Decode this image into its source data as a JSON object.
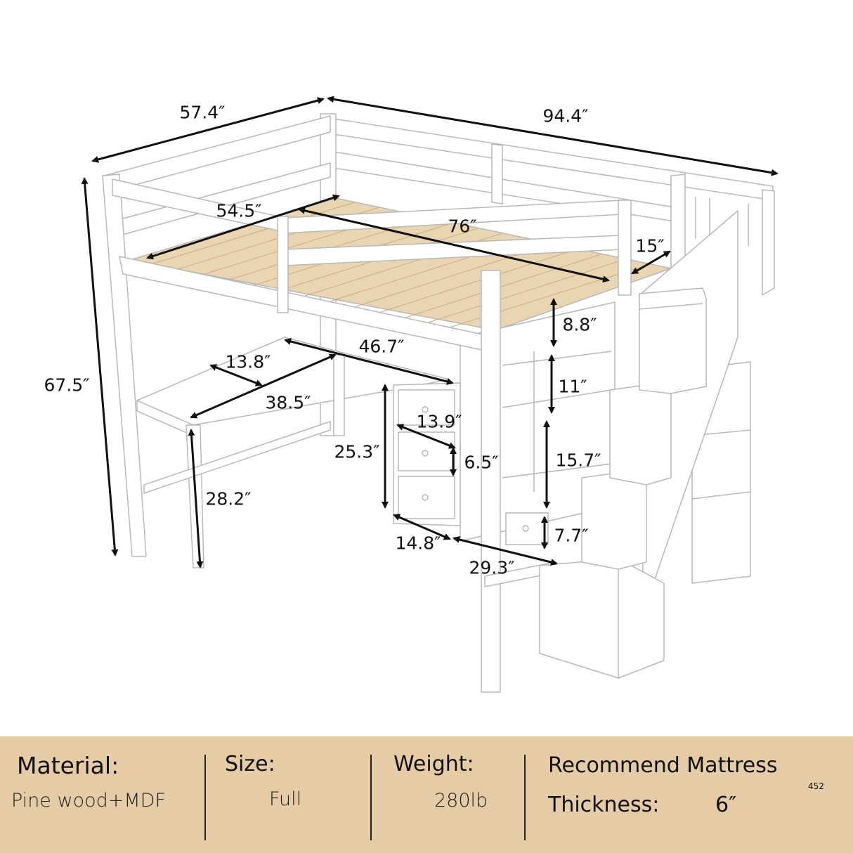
{
  "dimensions": {
    "overall_width": "57.4″",
    "overall_length": "94.4″",
    "overall_height": "67.5″",
    "mattress_width": "54.5″",
    "mattress_length": "76″",
    "stair_landing": "15″",
    "top_shelf_height": "8.8″",
    "desk_length": "46.7″",
    "desk_depth": "13.8″",
    "middle_shelf_height": "11″",
    "desk_side_length": "38.5″",
    "drawer_width": "13.9″",
    "drawer_cabinet_height": "25.3″",
    "drawer_height": "6.5″",
    "lower_shelf_height": "15.7″",
    "desk_height": "28.2″",
    "bottom_drawer_height": "7.7″",
    "cabinet_depth": "14.8″",
    "stair_depth": "29.3″"
  },
  "specs": {
    "material_label": "Material:",
    "material_value": "Pine wood+MDF",
    "size_label": "Size:",
    "size_value": "Full",
    "weight_label": "Weight:",
    "weight_value": "280lb",
    "mattress_label": "Recommend Mattress",
    "thickness_label": "Thickness:",
    "thickness_value": "6″",
    "watermark": "452"
  },
  "colors": {
    "panel_bg": "#e5cca6",
    "frame": "#ffffff",
    "slats": "#ead5b3",
    "outline": "#b8b8b8"
  }
}
